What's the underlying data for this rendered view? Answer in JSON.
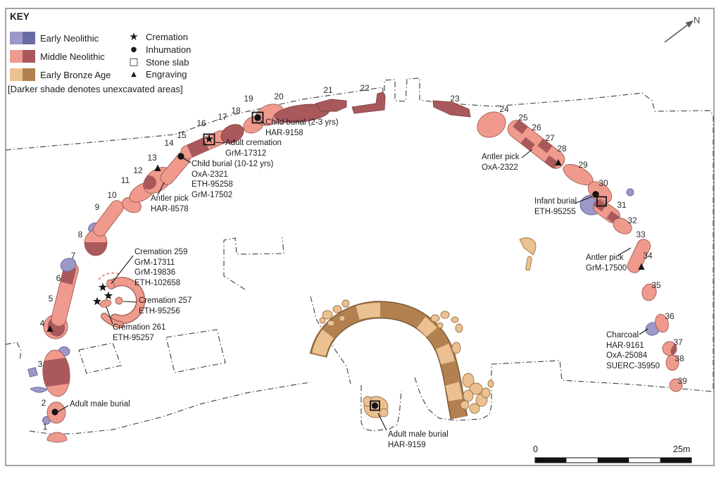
{
  "key": {
    "title": "KEY",
    "periods": [
      {
        "label": "Early Neolithic",
        "light": "#9b99c8",
        "dark": "#6a6da3"
      },
      {
        "label": "Middle Neolithic",
        "light": "#ef9a90",
        "dark": "#a9595c"
      },
      {
        "label": "Early Bronze Age",
        "light": "#ecc192",
        "dark": "#b2814f"
      }
    ],
    "note": "[Darker shade denotes unexcavated areas]",
    "symbols": [
      {
        "label": "Cremation",
        "icon": "star-icon"
      },
      {
        "label": "Inhumation",
        "icon": "circle-icon"
      },
      {
        "label": "Stone slab",
        "icon": "square-icon"
      },
      {
        "label": "Engraving",
        "icon": "triangle-icon"
      }
    ]
  },
  "compass": {
    "label": "N"
  },
  "scale_bar": {
    "start": "0",
    "end": "25m"
  },
  "map": {
    "stones": [
      "1",
      "2",
      "3",
      "4",
      "5",
      "6",
      "7",
      "8",
      "9",
      "10",
      "11",
      "12",
      "13",
      "14",
      "15",
      "16",
      "17",
      "18",
      "19",
      "20",
      "21",
      "22",
      "23",
      "24",
      "25",
      "26",
      "27",
      "28",
      "29",
      "30",
      "31",
      "32",
      "33",
      "34",
      "35",
      "36",
      "37",
      "38",
      "39"
    ],
    "annotations": [
      {
        "id": "adult-male-burial-west",
        "lines": [
          "Adult male burial"
        ]
      },
      {
        "id": "child-burial-10-12",
        "lines": [
          "Child burial (10-12 yrs)",
          "OxA-2321",
          "ETH-95258",
          "GrM-17502"
        ]
      },
      {
        "id": "antler-pick-har-8578",
        "lines": [
          "Antler pick",
          "HAR-8578"
        ]
      },
      {
        "id": "adult-cremation",
        "lines": [
          "Adult cremation",
          "GrM-17312"
        ]
      },
      {
        "id": "child-burial-2-3",
        "lines": [
          "Child burial (2-3 yrs)",
          "HAR-9158"
        ]
      },
      {
        "id": "cremation-259",
        "lines": [
          "Cremation 259",
          "GrM-17311",
          "GrM-19836",
          "ETH-102658"
        ]
      },
      {
        "id": "cremation-257",
        "lines": [
          "Cremation 257",
          "ETH-95256"
        ]
      },
      {
        "id": "cremation-261",
        "lines": [
          "Cremation 261",
          "ETH-95257"
        ]
      },
      {
        "id": "antler-pick-oxa-2322",
        "lines": [
          "Antler pick",
          "OxA-2322"
        ]
      },
      {
        "id": "infant-burial",
        "lines": [
          "Infant burial",
          "ETH-95255"
        ]
      },
      {
        "id": "antler-pick-grm-17500",
        "lines": [
          "Antler pick",
          "GrM-17500"
        ]
      },
      {
        "id": "charcoal",
        "lines": [
          "Charcoal",
          "HAR-9161",
          "OxA-25084",
          "SUERC-35950"
        ]
      },
      {
        "id": "adult-male-burial-south",
        "lines": [
          "Adult male burial",
          "HAR-9159"
        ]
      }
    ]
  }
}
